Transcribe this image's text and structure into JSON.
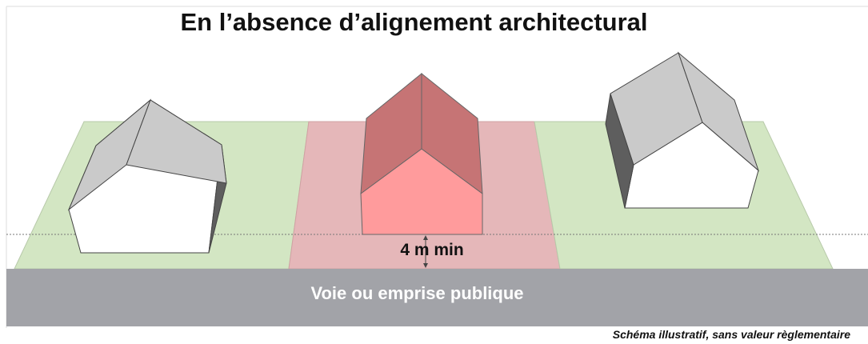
{
  "title": "En l’absence d’alignement architectural",
  "road_label": "Voie ou emprise publique",
  "setback_label": "4 m min",
  "footer_note": "Schéma illustratif, sans valeur règlementaire",
  "colors": {
    "lot_green": "#d3e6c3",
    "lot_pink": "#e5b7b9",
    "road": "#a2a3a8",
    "house_wall": "#ffffff",
    "roof_grey": "#cacaca",
    "side_dark": "#5e5e5e",
    "house_pink_wall": "#ff9b9c",
    "house_pink_roof": "#c67475"
  }
}
